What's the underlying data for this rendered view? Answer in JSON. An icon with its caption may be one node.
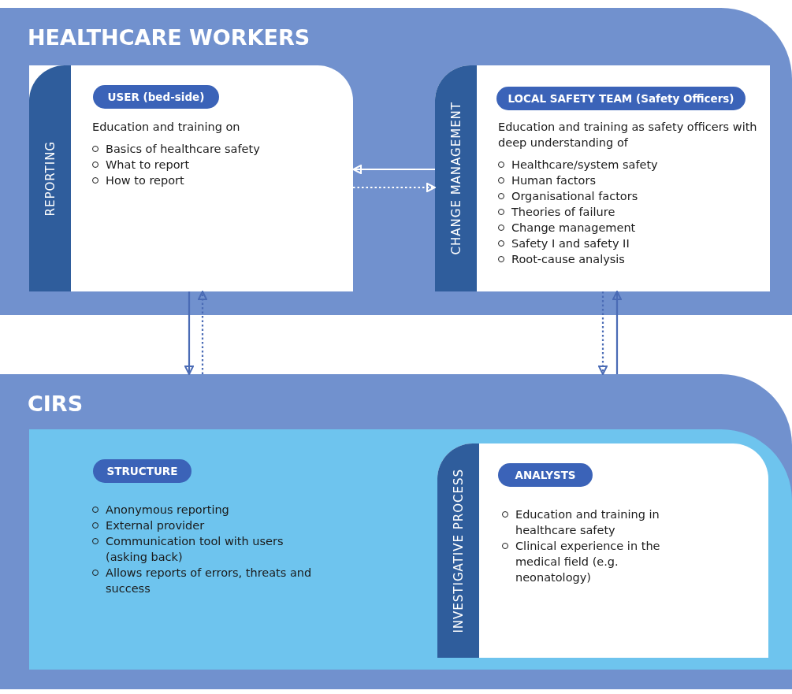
{
  "diagram": {
    "nodes": [
      {
        "text": [
          "HEALTHCARE WORKERS"
        ]
      },
      {
        "text": [
          "Education and training on",
          "Basics of healthcare safety",
          "What to report",
          "How to report"
        ],
        "in": 0
      },
      {
        "text": [
          "REPORTING"
        ],
        "in": 1
      },
      {
        "text": [
          "USER (bed-side)"
        ],
        "in": 1
      },
      {
        "text": [
          "Education and training as safety officers with deep understanding of",
          "Healthcare/system safety",
          "Human factors",
          "Organisational factors",
          "Theories of failure",
          "Change management",
          "Safety I and safety II",
          "Root-cause analysis"
        ],
        "in": 0
      },
      {
        "text": [
          "CHANGE MANAGEMENT"
        ],
        "in": 4
      },
      {
        "text": [
          "LOCAL SAFETY TEAM (Safety Officers)"
        ],
        "in": 4
      },
      {
        "text": [
          "CIRS"
        ]
      },
      {
        "text": [
          "Anonymous reporting",
          "External provider",
          "Communication tool with users (asking back)",
          "Allows reports of errors, threats and success"
        ],
        "in": 7
      },
      {
        "text": [
          "STRUCTURE"
        ],
        "in": 8
      },
      {
        "text": [
          "Education and training in healthcare safety",
          "Clinical experience in the medical field (e.g. neonatology)"
        ],
        "in": 8
      },
      {
        "text": [
          "INVESTIGATIVE PROCESS"
        ],
        "in": 10
      },
      {
        "text": [
          "ANALYSTS"
        ],
        "in": 10
      }
    ],
    "edges": [
      {
        "from": 4,
        "to": 1,
        "arrow": "to",
        "color": "#ffffff"
      },
      {
        "from": 1,
        "to": 4,
        "arrow": "to",
        "style": "dashed",
        "color": "#ffffff"
      },
      {
        "from": 1,
        "to": 7,
        "arrow": "to"
      },
      {
        "from": 7,
        "to": 1,
        "arrow": "to",
        "style": "dashed"
      },
      {
        "from": 4,
        "to": 7,
        "arrow": "to",
        "style": "dashed"
      },
      {
        "from": 7,
        "to": 4,
        "arrow": "to"
      }
    ]
  }
}
